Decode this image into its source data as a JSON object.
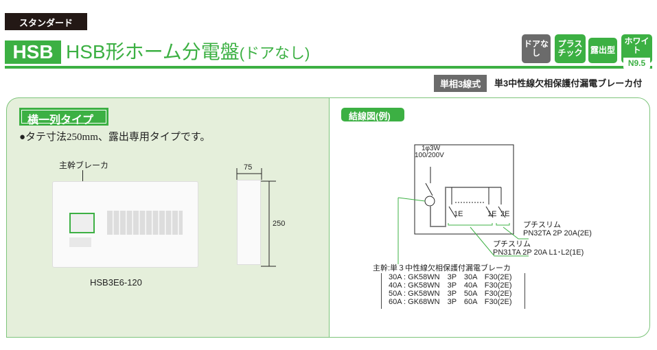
{
  "category": "スタンダード",
  "series": "HSB",
  "title": "HSB形ホーム分電盤",
  "title_suffix": "(ドアなし)",
  "badges": {
    "door": "ドアなし",
    "plastic_1": "プラス",
    "plastic_2": "チック",
    "mount": "露出型",
    "color": "ホワイト",
    "color_code": "N9.5"
  },
  "spec": {
    "phase": "単相3線式",
    "breaker": "単3中性線欠相保護付漏電ブレーカ付"
  },
  "left": {
    "type_label": "横一列タイプ",
    "description": "●タテ寸法250mm、露出専用タイプです。",
    "main_breaker_label": "主幹ブレーカ",
    "depth": "75",
    "height": "250",
    "model": "HSB3E6-120"
  },
  "diagram": {
    "label": "結線図(例)",
    "supply_1": "1φ3W",
    "supply_2": "100/200V",
    "e1": "1E",
    "e2": "1E",
    "e3": "2E",
    "pn32_name": "プチスリム",
    "pn32_model": "PN32TA 2P 20A(2E)",
    "pn31_name": "プチスリム",
    "pn31_model": "PN31TA 2P 20A L1･L2(1E)",
    "main_label": "主幹:単３中性線欠相保護付漏電ブレーカ",
    "rows": [
      "30A : GK58WN　3P　30A　F30(2E)",
      "40A : GK58WN　3P　40A　F30(2E)",
      "50A : GK58WN　3P　50A　F30(2E)",
      "60A : GK68WN　3P　60A　F30(2E)"
    ]
  },
  "colors": {
    "green": "#3cb043",
    "panel": "#e5efdb",
    "gray": "#6b6b6b"
  }
}
